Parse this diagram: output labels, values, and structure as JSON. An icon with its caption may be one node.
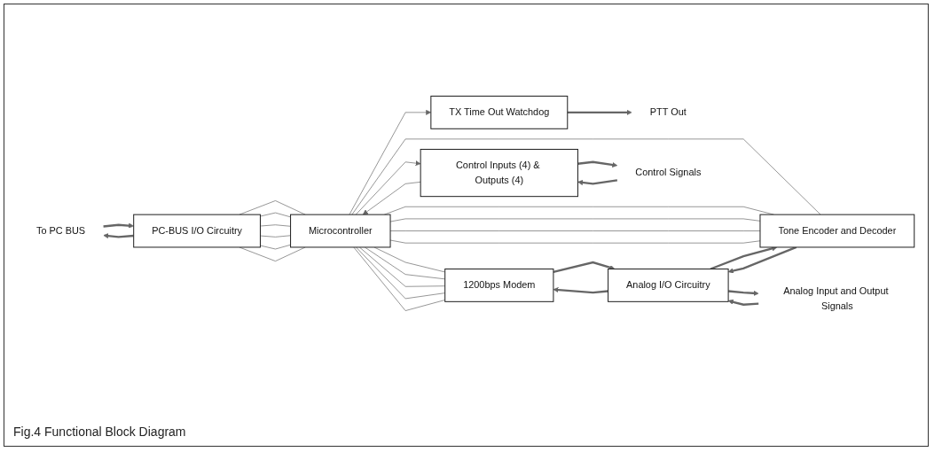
{
  "diagram": {
    "caption": "Fig.4 Functional Block Diagram",
    "nodes": [
      {
        "text": [
          "To PC BUS"
        ]
      },
      {
        "text": [
          "PC-BUS I/O Circuitry"
        ]
      },
      {
        "text": [
          "Microcontroller"
        ]
      },
      {
        "text": [
          "TX Time Out Watchdog"
        ]
      },
      {
        "text": [
          "PTT Out"
        ]
      },
      {
        "text": [
          "1200bps Modem"
        ]
      },
      {
        "text": [
          "Tone Encoder and Decoder"
        ]
      },
      {
        "text": [
          "Analog I/O Circuitry"
        ]
      },
      {
        "text": [
          "Analog Input and Output Signals"
        ]
      },
      {
        "text": [
          "Control Inputs (4) & Outputs (4)"
        ]
      },
      {
        "text": [
          "Control Signals"
        ]
      }
    ],
    "edges": [
      {
        "from": 0,
        "to": 1,
        "arrow": "to",
        "style": "thick"
      },
      {
        "from": 1,
        "to": 0,
        "arrow": "to",
        "style": "thick"
      },
      {
        "from": 1,
        "to": 2,
        "arrow": "none"
      },
      {
        "from": 1,
        "to": 2,
        "arrow": "none"
      },
      {
        "from": 1,
        "to": 2,
        "arrow": "none"
      },
      {
        "from": 1,
        "to": 2,
        "arrow": "none"
      },
      {
        "from": 1,
        "to": 2,
        "arrow": "none"
      },
      {
        "from": 1,
        "to": 2,
        "arrow": "none"
      },
      {
        "from": 2,
        "to": 3,
        "arrow": "to"
      },
      {
        "from": 3,
        "to": 4,
        "arrow": "to",
        "style": "thick"
      },
      {
        "from": 2,
        "to": 5,
        "arrow": "none"
      },
      {
        "from": 2,
        "to": 5,
        "arrow": "none"
      },
      {
        "from": 2,
        "to": 5,
        "arrow": "none"
      },
      {
        "from": 2,
        "to": 5,
        "arrow": "none"
      },
      {
        "from": 2,
        "to": 5,
        "arrow": "none"
      },
      {
        "from": 5,
        "to": 7,
        "arrow": "to",
        "style": "thick"
      },
      {
        "from": 7,
        "to": 5,
        "arrow": "to",
        "style": "thick"
      },
      {
        "from": 2,
        "to": 6,
        "arrow": "none"
      },
      {
        "from": 2,
        "to": 6,
        "arrow": "none"
      },
      {
        "from": 2,
        "to": 6,
        "arrow": "none"
      },
      {
        "from": 2,
        "to": 6,
        "arrow": "none"
      },
      {
        "from": 2,
        "to": 6,
        "arrow": "none"
      },
      {
        "from": 6,
        "to": 7,
        "arrow": "to",
        "style": "thick"
      },
      {
        "from": 7,
        "to": 6,
        "arrow": "to",
        "style": "thick"
      },
      {
        "from": 8,
        "to": 7,
        "arrow": "to",
        "style": "thick"
      },
      {
        "from": 7,
        "to": 8,
        "arrow": "to",
        "style": "thick"
      },
      {
        "from": 2,
        "to": 9,
        "arrow": "to"
      },
      {
        "from": 9,
        "to": 2,
        "arrow": "to"
      },
      {
        "from": 10,
        "to": 9,
        "arrow": "to",
        "style": "thick"
      },
      {
        "from": 9,
        "to": 10,
        "arrow": "to",
        "style": "thick"
      }
    ]
  }
}
